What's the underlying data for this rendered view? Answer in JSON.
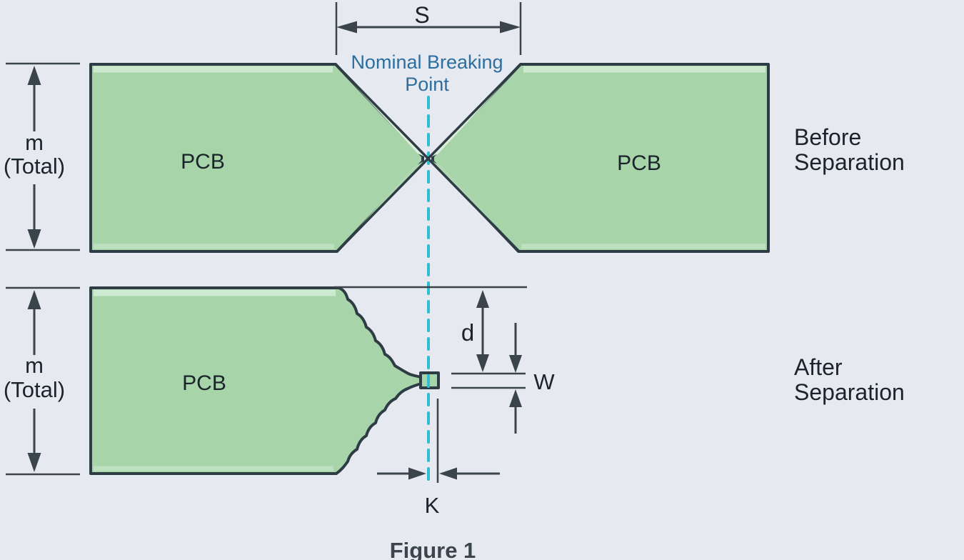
{
  "diagram": {
    "caption": "Figure 1",
    "colors": {
      "background": "#e7e9f0",
      "pcb_fill": "#a7d5a9",
      "pcb_highlight": "#cde9cf",
      "pcb_shade": "#bde0be",
      "outline": "#2e3d45",
      "bevel_light": "#dceddc",
      "bevel_mid": "#b0d7b1",
      "dimension_lines": "#3b444b",
      "label_text": "#1b232b",
      "centerline_cyan": "#2fbdd1",
      "annotation_blue": "#2d6e9e"
    },
    "panels": {
      "pcb": "PCB"
    },
    "dimensions": {
      "s": "S",
      "m_line1": "m",
      "m_line2": "(Total)",
      "d": "d",
      "w": "W",
      "k": "K"
    },
    "annotations": {
      "nominal_line1": "Nominal Breaking",
      "nominal_line2": "Point"
    },
    "states": {
      "before_line1": "Before",
      "before_line2": "Separation",
      "after_line1": "After",
      "after_line2": "Separation"
    }
  }
}
